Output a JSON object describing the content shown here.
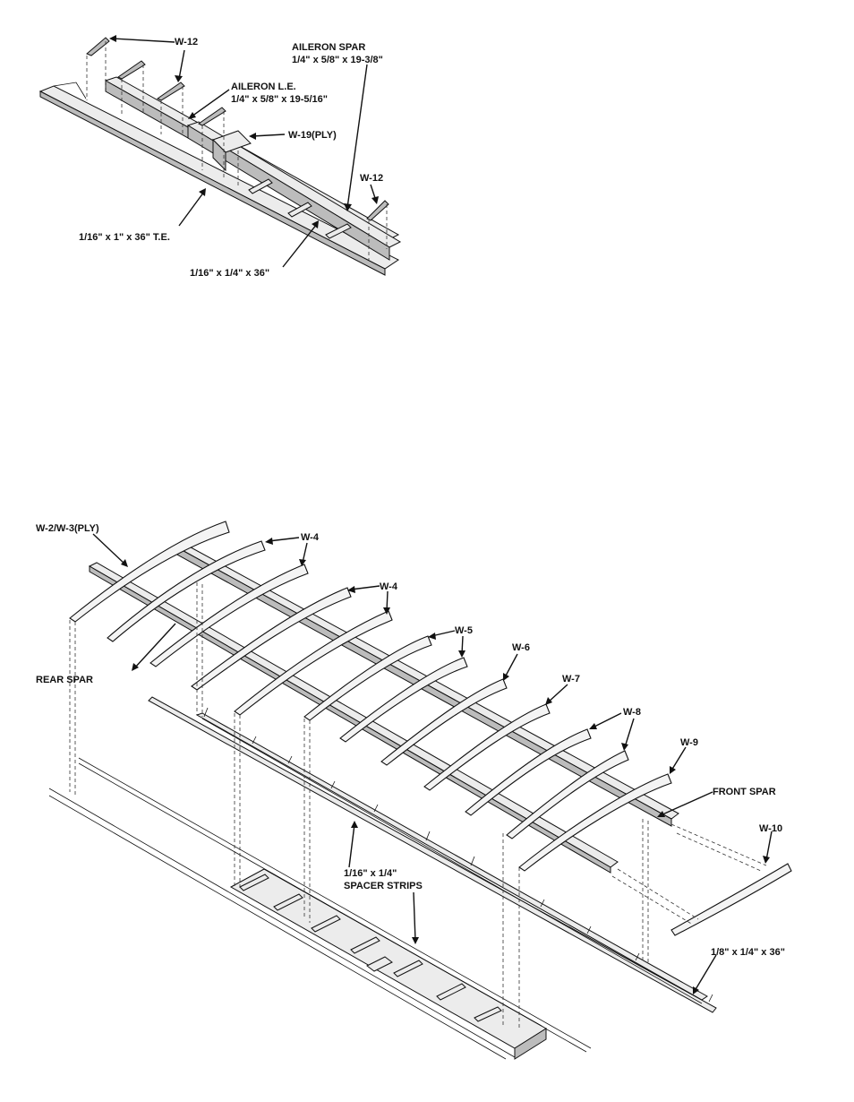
{
  "top_diagram": {
    "labels": {
      "w12_top": "W-12",
      "aileron_spar": "AILERON SPAR",
      "aileron_spar_dim": "1/4\" x 5/8\" x 19-3/8\"",
      "aileron_le": "AILERON L.E.",
      "aileron_le_dim": "1/4\" x 5/8\" x 19-5/16\"",
      "w19": "W-19(PLY)",
      "w12_right": "W-12",
      "te": "1/16\" x 1\" x 36\" T.E.",
      "strip": "1/16\" x 1/4\" x 36\""
    }
  },
  "bottom_diagram": {
    "labels": {
      "w2w3": "W-2/W-3(PLY)",
      "w4a": "W-4",
      "w4b": "W-4",
      "w5": "W-5",
      "w6": "W-6",
      "w7": "W-7",
      "w8": "W-8",
      "w9": "W-9",
      "rear_spar": "REAR SPAR",
      "front_spar": "FRONT SPAR",
      "w10": "W-10",
      "spacer_line1": "1/16\" x 1/4\"",
      "spacer_line2": "SPACER STRIPS",
      "stock": "1/8\" x 1/4\" x 36\""
    }
  }
}
